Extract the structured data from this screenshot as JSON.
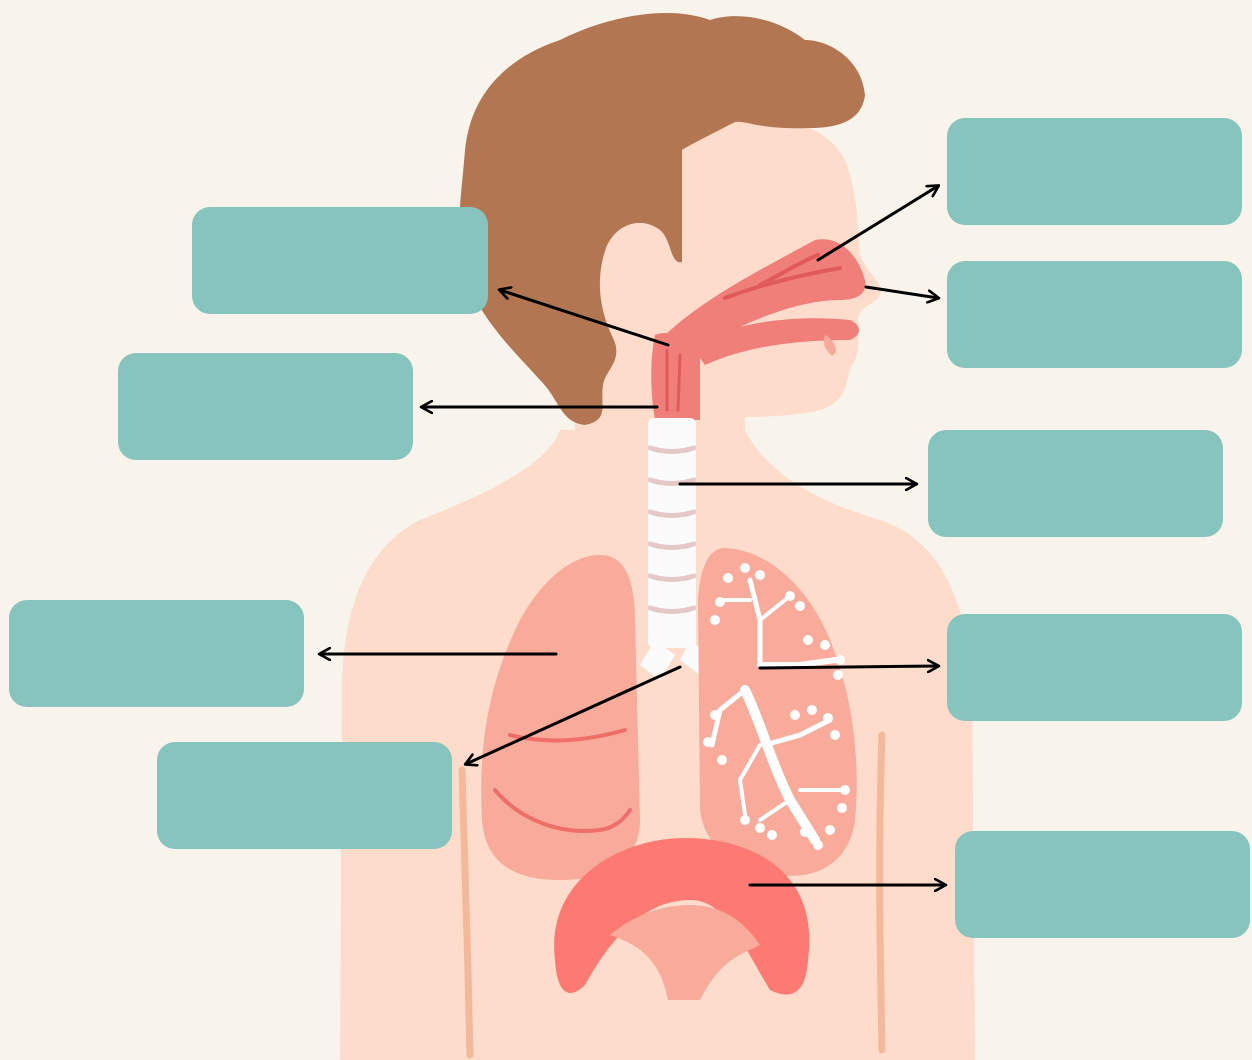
{
  "diagram": {
    "subject": "human-respiratory-system",
    "label_boxes": [
      {
        "id": "box-left-1",
        "text": ""
      },
      {
        "id": "box-left-2",
        "text": ""
      },
      {
        "id": "box-left-3",
        "text": ""
      },
      {
        "id": "box-left-4",
        "text": ""
      },
      {
        "id": "box-right-1",
        "text": ""
      },
      {
        "id": "box-right-2",
        "text": ""
      },
      {
        "id": "box-right-3",
        "text": ""
      },
      {
        "id": "box-right-4",
        "text": ""
      },
      {
        "id": "box-right-5",
        "text": ""
      }
    ]
  },
  "colors": {
    "background": "#f8f4ec",
    "skin": "#fddccb",
    "hair": "#b27752",
    "label_box": "#87c4bd",
    "airway": "#f07f79",
    "lung": "#f8aa9b",
    "diaphragm": "#fd7a74",
    "trachea": "#fbfbfb",
    "arrow": "#000000"
  },
  "icons": [
    "arrow-icon"
  ]
}
